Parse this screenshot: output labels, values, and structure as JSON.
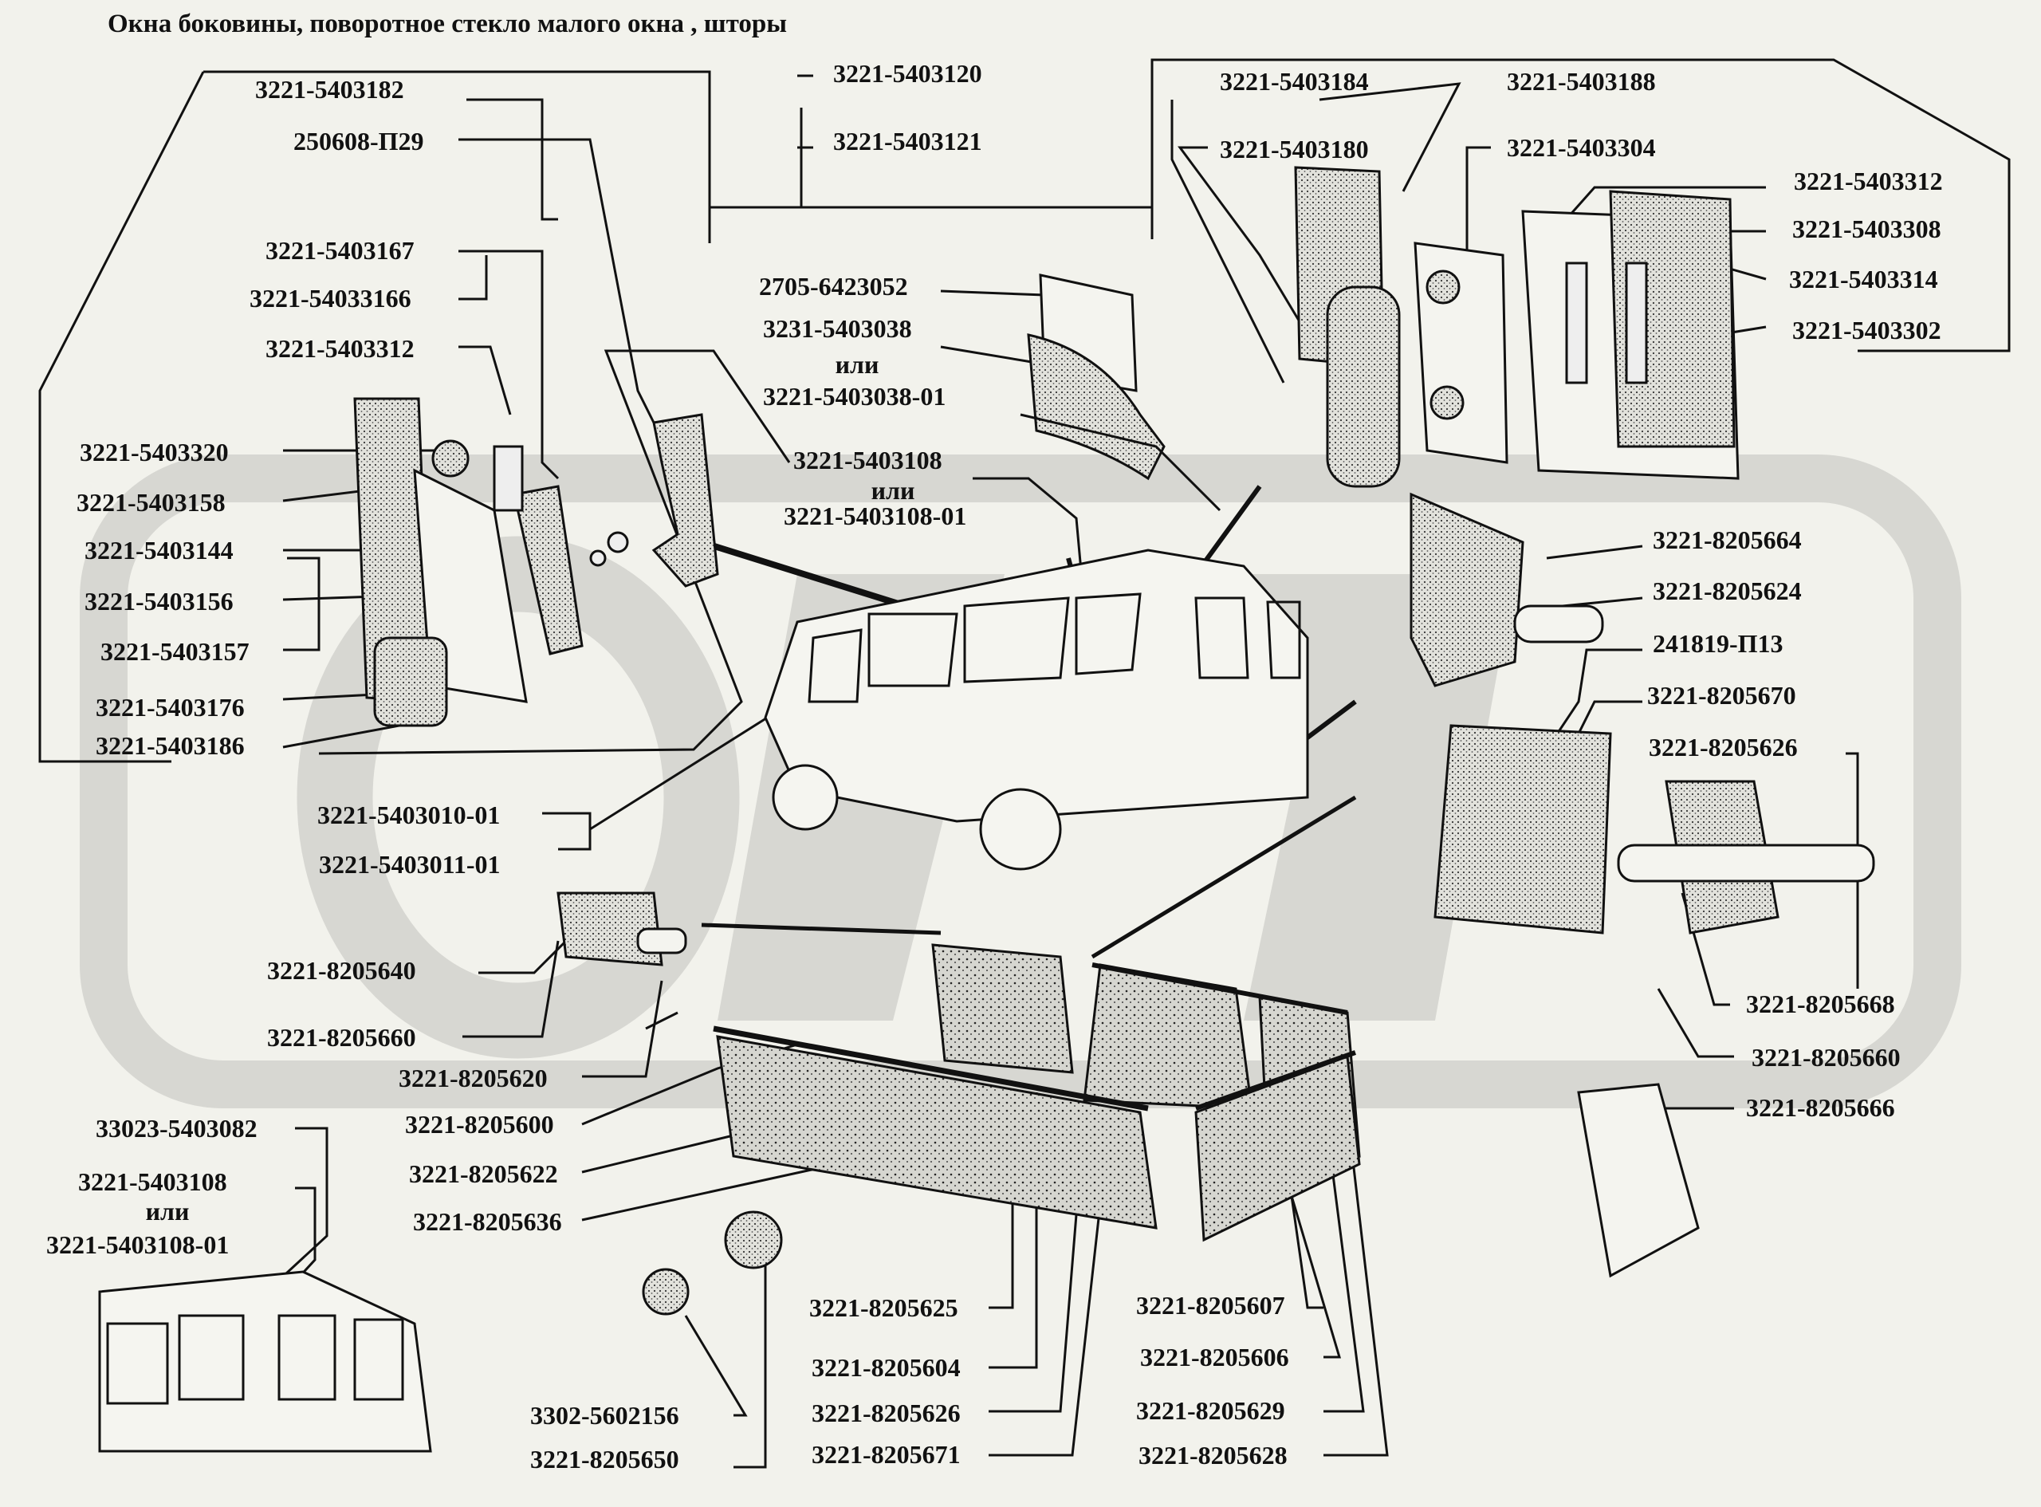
{
  "title": "Окна боковины, поворотное стекло малого окна , шторы",
  "watermark": "GAZ",
  "colors": {
    "background": "#f2f2ec",
    "line": "#111111",
    "watermark": "#d7d7d2"
  },
  "labels": [
    "3221-5403182",
    "250608-П29",
    "3221-5403120",
    "3221-5403121",
    "3221-5403184",
    "3221-5403188",
    "3221-5403180",
    "3221-5403304",
    "3221-5403312",
    "3221-5403308",
    "3221-5403314",
    "3221-5403302",
    "3221-5403167",
    "3221-54033166",
    "3221-5403312",
    "2705-6423052",
    "3231-5403038",
    "или",
    "3221-5403038-01",
    "3221-5403320",
    "3221-5403158",
    "3221-5403144",
    "3221-5403156",
    "3221-5403157",
    "3221-5403108",
    "или",
    "3221-5403108-01",
    "3221-5403176",
    "3221-5403186",
    "3221-8205664",
    "3221-8205624",
    "241819-П13",
    "3221-8205670",
    "3221-8205626",
    "3221-5403010-01",
    "3221-5403011-01",
    "3221-8205640",
    "3221-8205660",
    "3221-8205620",
    "3221-8205600",
    "3221-8205622",
    "3221-8205636",
    "3221-8205668",
    "3221-8205660",
    "3221-8205666",
    "33023-5403082",
    "3221-5403108",
    "или",
    "3221-5403108-01",
    "3221-8205625",
    "3221-8205604",
    "3221-8205626",
    "3221-8205671",
    "3221-8205607",
    "3221-8205606",
    "3221-8205629",
    "3221-8205628",
    "3302-5602156",
    "3221-8205650"
  ]
}
